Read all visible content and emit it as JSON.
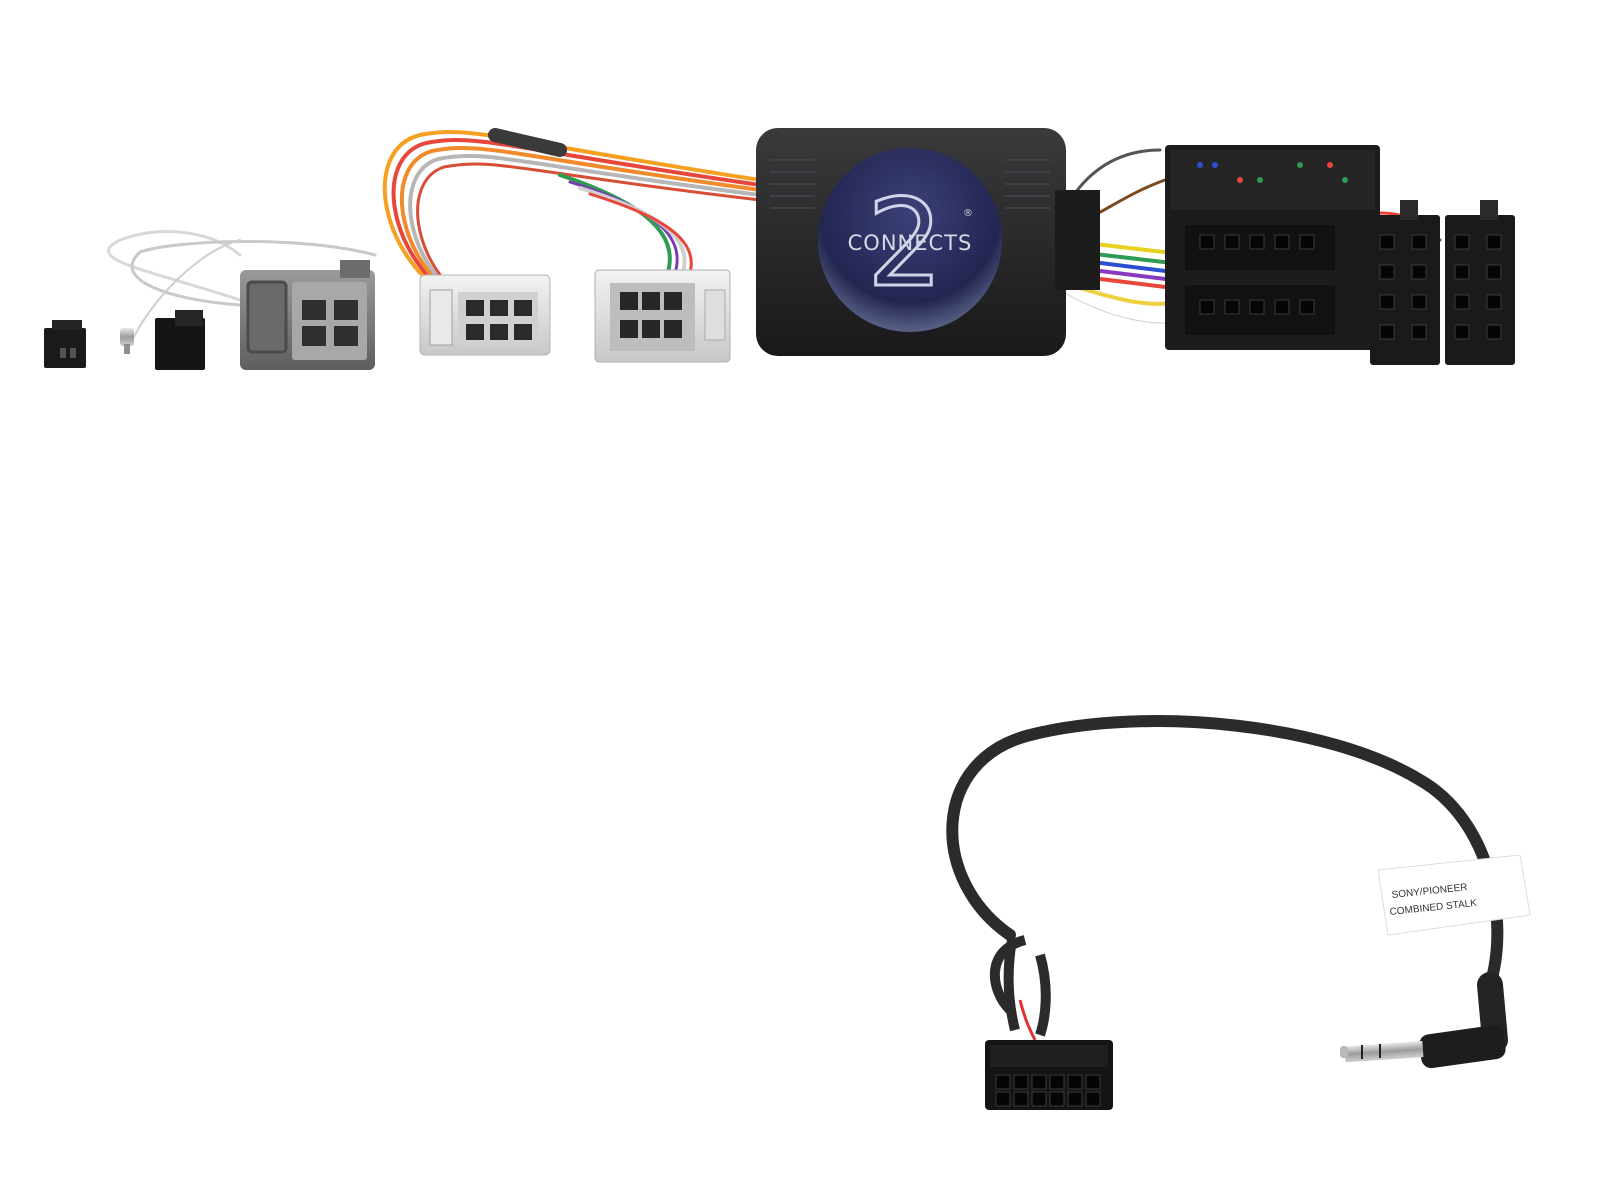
{
  "brand": {
    "name": "CONNECTS",
    "mark": "2",
    "registered": "®"
  },
  "label_tag": {
    "line1": "SONY/PIONEER",
    "line2": "COMBINED STALK"
  },
  "colors": {
    "background": "#ffffff",
    "module_body": "#2a2a2c",
    "logo_disc": "#2c2f5a",
    "connector_black": "#1c1c1c",
    "connector_grey": "#7a7a7a",
    "connector_white": "#dcdcdc",
    "cable": "#2b2b2b"
  },
  "icons": {
    "module": "interface-module-icon",
    "patch_lead": "patch-lead-icon",
    "jack": "audio-jack-icon"
  }
}
